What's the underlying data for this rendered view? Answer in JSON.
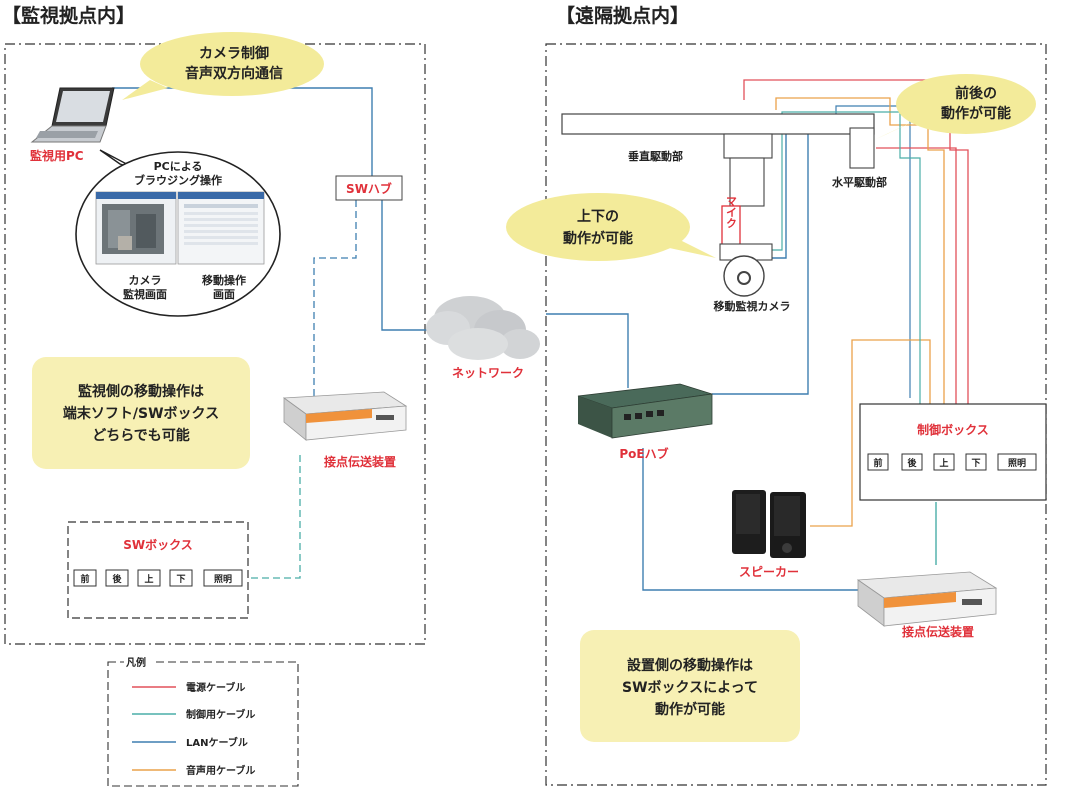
{
  "monitor_site": {
    "title": "【監視拠点内】",
    "pc_label": "監視用PC",
    "callout_lines": [
      "PCによる",
      "ブラウジング操作"
    ],
    "screen_camera_lines": [
      "カメラ",
      "監視画面"
    ],
    "screen_move_lines": [
      "移動操作",
      "画面"
    ],
    "bubble_lines": [
      "カメラ制御",
      "音声双方向通信"
    ],
    "sw_hub_label": "SWハブ",
    "contact_device_label": "接点伝送装置",
    "note_lines": [
      "監視側の移動操作は",
      "端末ソフト/SWボックス",
      "どちらでも可能"
    ],
    "sw_box": {
      "title": "SWボックス",
      "buttons": [
        "前",
        "後",
        "上",
        "下",
        "照明"
      ]
    }
  },
  "network_label": "ネットワーク",
  "remote_site": {
    "title": "【遠隔拠点内】",
    "vertical_drive_label": "垂直駆動部",
    "horizontal_drive_label": "水平駆動部",
    "mic_label": "マイク",
    "camera_label": "移動監視カメラ",
    "bubble_fb_lines": [
      "前後の",
      "動作が可能"
    ],
    "bubble_ud_lines": [
      "上下の",
      "動作が可能"
    ],
    "poe_hub_label": "PoEハブ",
    "speaker_label": "スピーカー",
    "control_box": {
      "title": "制御ボックス",
      "buttons": [
        "前",
        "後",
        "上",
        "下",
        "照明"
      ]
    },
    "contact_device_label": "接点伝送装置",
    "note_lines": [
      "設置側の移動操作は",
      "SWボックスによって",
      "動作が可能"
    ]
  },
  "legend": {
    "title": "凡例",
    "items": [
      {
        "label": "電源ケーブル",
        "color": "#e2505a"
      },
      {
        "label": "制御用ケーブル",
        "color": "#4aaea8"
      },
      {
        "label": "LANケーブル",
        "color": "#3f7fb0"
      },
      {
        "label": "音声用ケーブル",
        "color": "#eaa24a"
      }
    ]
  },
  "colors": {
    "bubble": "#f3eb9a",
    "note": "#f7f0b4",
    "accent_red": "#e0313a"
  }
}
